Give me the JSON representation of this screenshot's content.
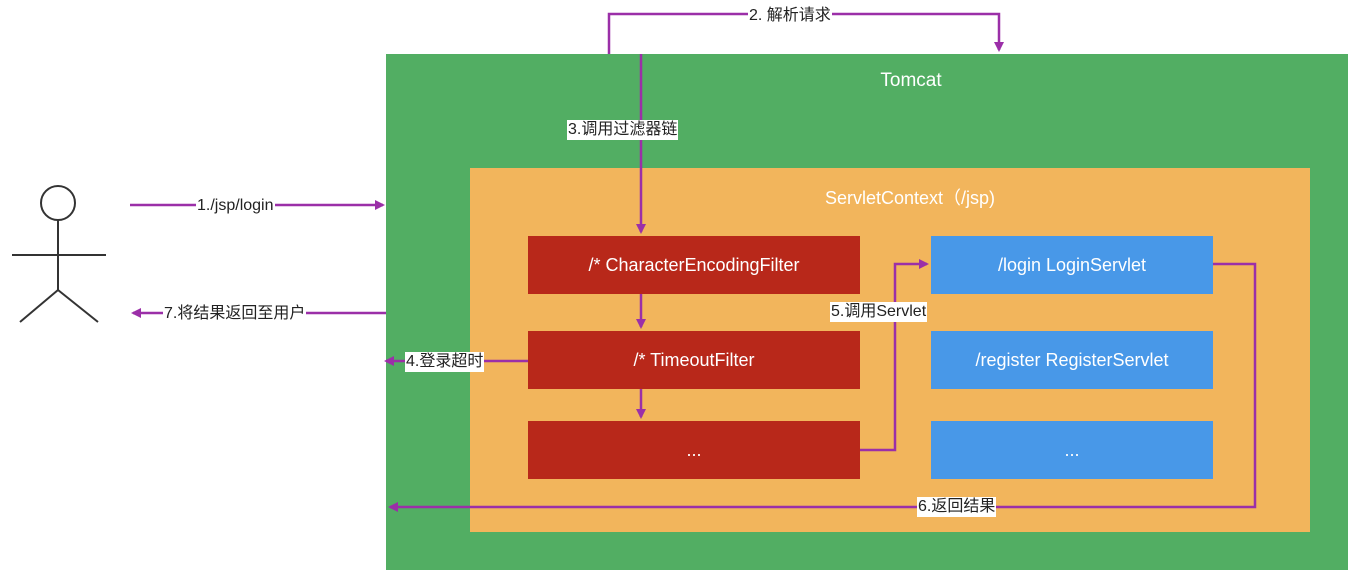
{
  "tomcat": {
    "title": "Tomcat"
  },
  "context": {
    "title": "ServletContext（/jsp)"
  },
  "filters": [
    {
      "label": "/*   CharacterEncodingFilter"
    },
    {
      "label": "/*  TimeoutFilter"
    },
    {
      "label": "..."
    }
  ],
  "servlets": [
    {
      "label": "/login  LoginServlet"
    },
    {
      "label": "/register RegisterServlet"
    },
    {
      "label": "..."
    }
  ],
  "steps": {
    "s1": "1./jsp/login",
    "s2": "2. 解析请求",
    "s3": "3.调用过滤器链",
    "s4": "4.登录超时",
    "s5": "5.调用Servlet",
    "s6": "6.返回结果",
    "s7": "7.将结果返回至用户"
  },
  "colors": {
    "tomcat": "#52ae63",
    "context": "#f2b55c",
    "filter": "#b8281a",
    "servlet": "#4898e8",
    "arrow": "#9b2fa8"
  }
}
